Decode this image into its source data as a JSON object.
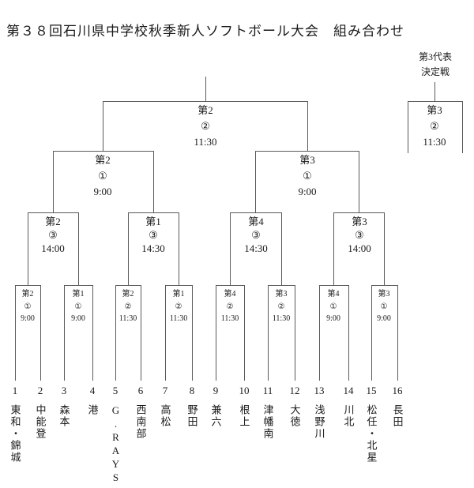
{
  "title": "第３８回石川県中学校秋季新人ソフトボール大会　組み合わせ",
  "third_rep_note": {
    "line1": "第3代表",
    "line2": "決定戦"
  },
  "matches": {
    "final": {
      "venue": "第2",
      "game": "②",
      "time": "11:30"
    },
    "third_place": {
      "venue": "第3",
      "game": "②",
      "time": "11:30"
    },
    "semifinals": [
      {
        "venue": "第2",
        "game": "①",
        "time": "9:00"
      },
      {
        "venue": "第3",
        "game": "①",
        "time": "9:00"
      }
    ],
    "quarterfinals": [
      {
        "venue": "第2",
        "game": "③",
        "time": "14:00"
      },
      {
        "venue": "第1",
        "game": "③",
        "time": "14:30"
      },
      {
        "venue": "第4",
        "game": "③",
        "time": "14:30"
      },
      {
        "venue": "第3",
        "game": "③",
        "time": "14:00"
      }
    ],
    "round1": [
      {
        "venue": "第2",
        "game": "①",
        "time": "9:00"
      },
      {
        "venue": "第1",
        "game": "①",
        "time": "9:00"
      },
      {
        "venue": "第2",
        "game": "②",
        "time": "11:30"
      },
      {
        "venue": "第1",
        "game": "②",
        "time": "11:30"
      },
      {
        "venue": "第4",
        "game": "②",
        "time": "11:30"
      },
      {
        "venue": "第3",
        "game": "②",
        "time": "11:30"
      },
      {
        "venue": "第4",
        "game": "①",
        "time": "9:00"
      },
      {
        "venue": "第3",
        "game": "①",
        "time": "9:00"
      }
    ]
  },
  "teams": [
    {
      "no": "1",
      "name": "東和・錦城"
    },
    {
      "no": "2",
      "name": "中能登"
    },
    {
      "no": "3",
      "name": "森本"
    },
    {
      "no": "4",
      "name": "港"
    },
    {
      "no": "5",
      "name": "G.RAYS"
    },
    {
      "no": "6",
      "name": "西南部"
    },
    {
      "no": "7",
      "name": "高松"
    },
    {
      "no": "8",
      "name": "野田"
    },
    {
      "no": "9",
      "name": "兼六"
    },
    {
      "no": "10",
      "name": "根上"
    },
    {
      "no": "11",
      "name": "津幡南"
    },
    {
      "no": "12",
      "name": "大徳"
    },
    {
      "no": "13",
      "name": "浅野川"
    },
    {
      "no": "14",
      "name": "川北"
    },
    {
      "no": "15",
      "name": "松任・北星"
    },
    {
      "no": "16",
      "name": "長田"
    }
  ],
  "colors": {
    "line": "#5a5a5a",
    "text": "#1a1a1a",
    "background": "#ffffff"
  }
}
